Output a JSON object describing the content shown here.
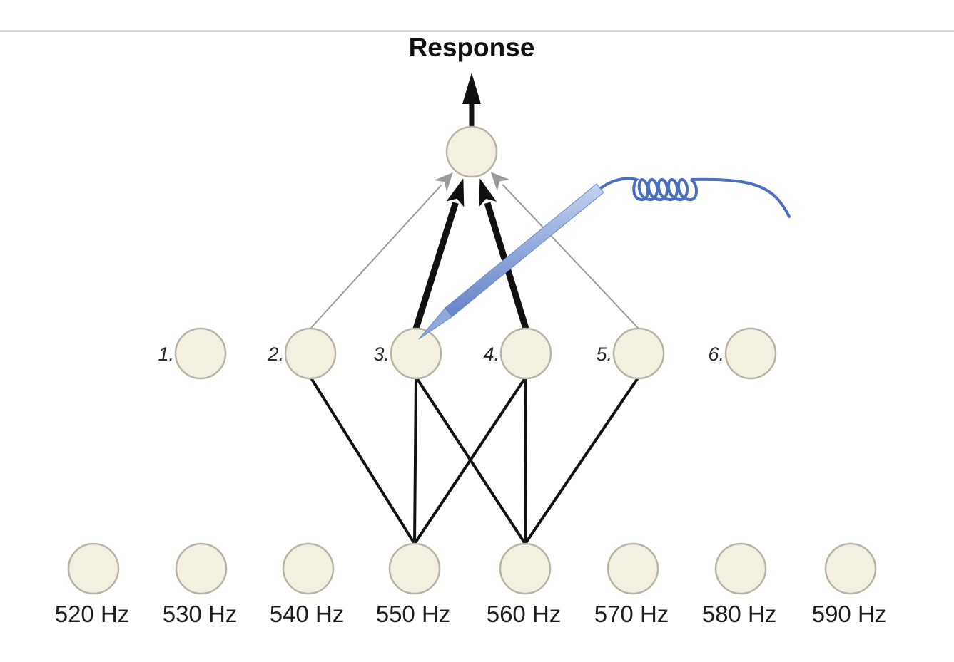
{
  "title": "Response",
  "output_node": {
    "name": "response-neuron"
  },
  "middle_layer": [
    {
      "label": "1.",
      "connection_to_output": "none"
    },
    {
      "label": "2.",
      "connection_to_output": "weak"
    },
    {
      "label": "3.",
      "connection_to_output": "strong",
      "electrode": true
    },
    {
      "label": "4.",
      "connection_to_output": "strong"
    },
    {
      "label": "5.",
      "connection_to_output": "weak"
    },
    {
      "label": "6.",
      "connection_to_output": "none"
    }
  ],
  "input_layer": [
    {
      "label": "520 Hz"
    },
    {
      "label": "530 Hz"
    },
    {
      "label": "540 Hz"
    },
    {
      "label": "550 Hz"
    },
    {
      "label": "560 Hz"
    },
    {
      "label": "570 Hz"
    },
    {
      "label": "580 Hz"
    },
    {
      "label": "590 Hz"
    }
  ],
  "input_to_middle_connections": [
    {
      "from": "550 Hz",
      "to": "2."
    },
    {
      "from": "550 Hz",
      "to": "3."
    },
    {
      "from": "550 Hz",
      "to": "4."
    },
    {
      "from": "560 Hz",
      "to": "3."
    },
    {
      "from": "560 Hz",
      "to": "4."
    },
    {
      "from": "560 Hz",
      "to": "5."
    }
  ],
  "electrode": {
    "name": "recording-electrode",
    "target": "3."
  },
  "colors": {
    "node_fill": "#f3f0e2",
    "node_stroke": "#b7b3a5",
    "strong_connection": "#111111",
    "weak_connection": "#9b9b9b",
    "electrode": "#8fa9dc",
    "electrode_wire": "#4a6fbf"
  }
}
